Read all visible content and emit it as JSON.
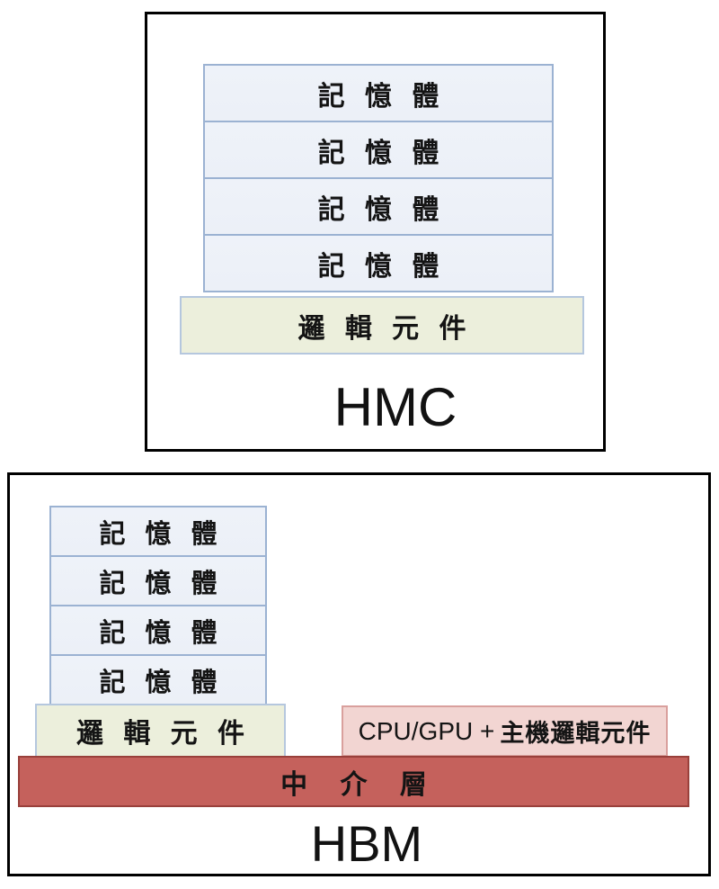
{
  "hmc": {
    "label": "HMC",
    "memory_layers": [
      "記 憶 體",
      "記 憶 體",
      "記 憶 體",
      "記 憶 體"
    ],
    "logic_label": "邏 輯 元 件"
  },
  "hbm": {
    "label": "HBM",
    "memory_layers": [
      "記 憶 體",
      "記 憶 體",
      "記 憶 體",
      "記 憶 體"
    ],
    "logic_label": "邏 輯 元 件",
    "host_label_latin": "CPU/GPU +",
    "host_label_cjk": "主機邏輯元件",
    "interposer_label": "中 介 層"
  },
  "colors": {
    "memory_fill": "#eef2f9",
    "memory_border": "#9bb2d2",
    "logic_fill": "#ecefdc",
    "logic_border": "#b5c7de",
    "host_fill": "#f2d5d2",
    "host_border": "#d9a09d",
    "interposer_fill": "#c5615c",
    "interposer_border": "#99403b",
    "panel_border": "#000000",
    "text": "#141414"
  }
}
